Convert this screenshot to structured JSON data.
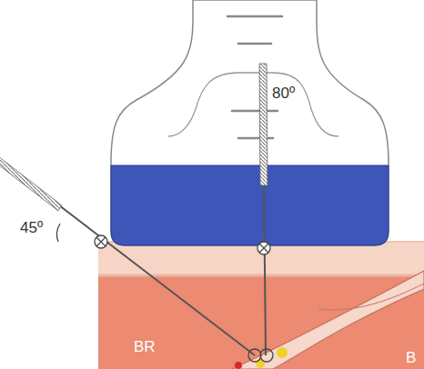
{
  "diagram": {
    "labels": [
      "80º",
      "45º",
      "BR",
      "B"
    ]
  }
}
